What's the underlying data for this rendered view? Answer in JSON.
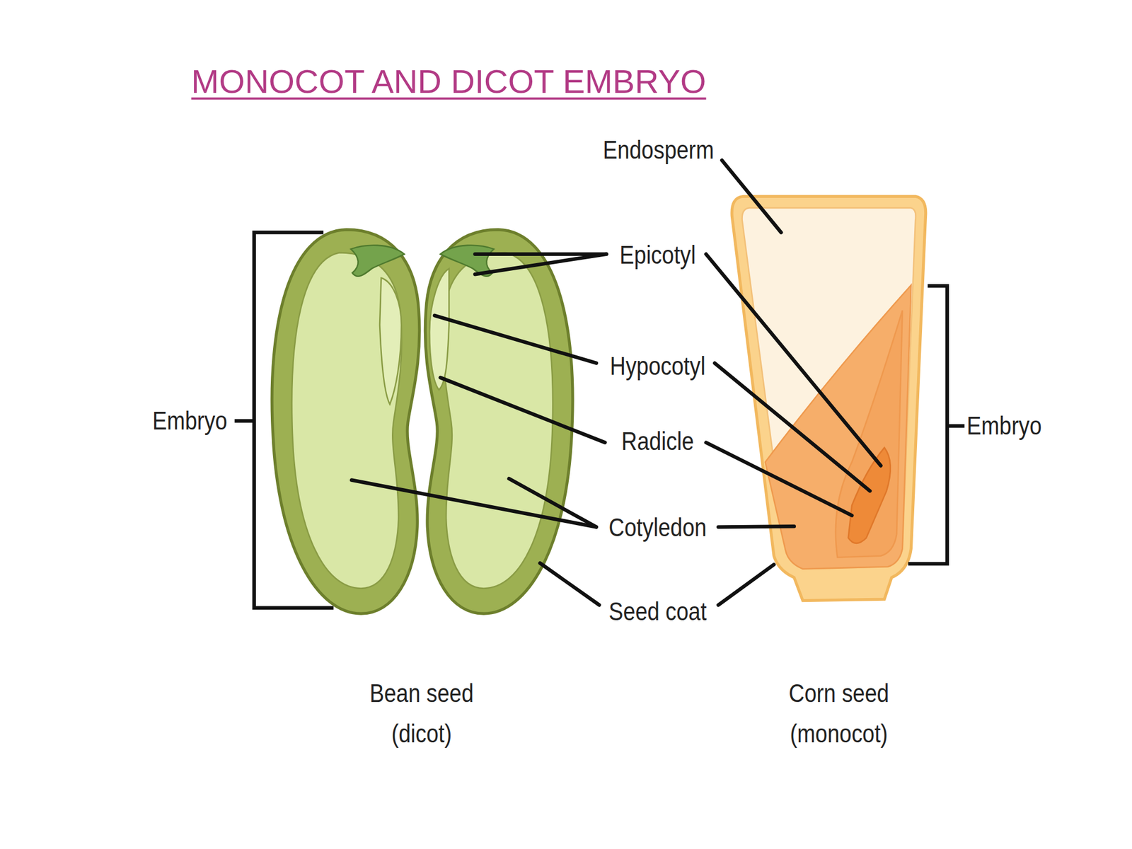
{
  "diagram": {
    "title": "MONOCOT AND DICOT EMBRYO",
    "labels": [
      "Endosperm",
      "Epicotyl",
      "Hypocotyl",
      "Radicle",
      "Cotyledon",
      "Seed coat",
      "Embryo",
      "Embryo",
      "Bean seed (dicot)",
      "Corn seed (monocot)"
    ]
  }
}
